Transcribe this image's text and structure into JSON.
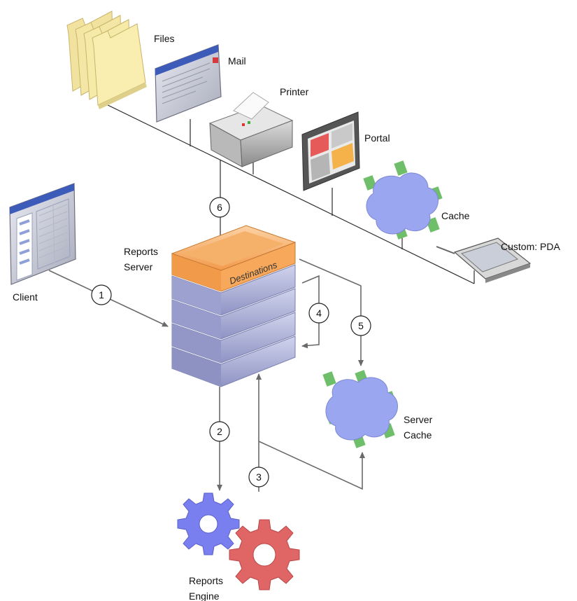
{
  "labels": {
    "files": "Files",
    "mail": "Mail",
    "printer": "Printer",
    "portal": "Portal",
    "cache": "Cache",
    "custom_pda": "Custom: PDA",
    "client": "Client",
    "reports_server_line1": "Reports",
    "reports_server_line2": "Server",
    "destinations": "Destinations",
    "server_cache_line1": "Server",
    "server_cache_line2": "Cache",
    "reports_engine_line1": "Reports",
    "reports_engine_line2": "Engine"
  },
  "steps": [
    "1",
    "2",
    "3",
    "4",
    "5",
    "6"
  ],
  "colors": {
    "folder": "#f6eaa2",
    "server_top": "#f7a85a",
    "server_layer": "#a9aed4",
    "cloud": "#9aa6f0",
    "cloud_tab": "#6fbf6a",
    "gear_blue": "#7a7ff0",
    "gear_red": "#e06565"
  }
}
